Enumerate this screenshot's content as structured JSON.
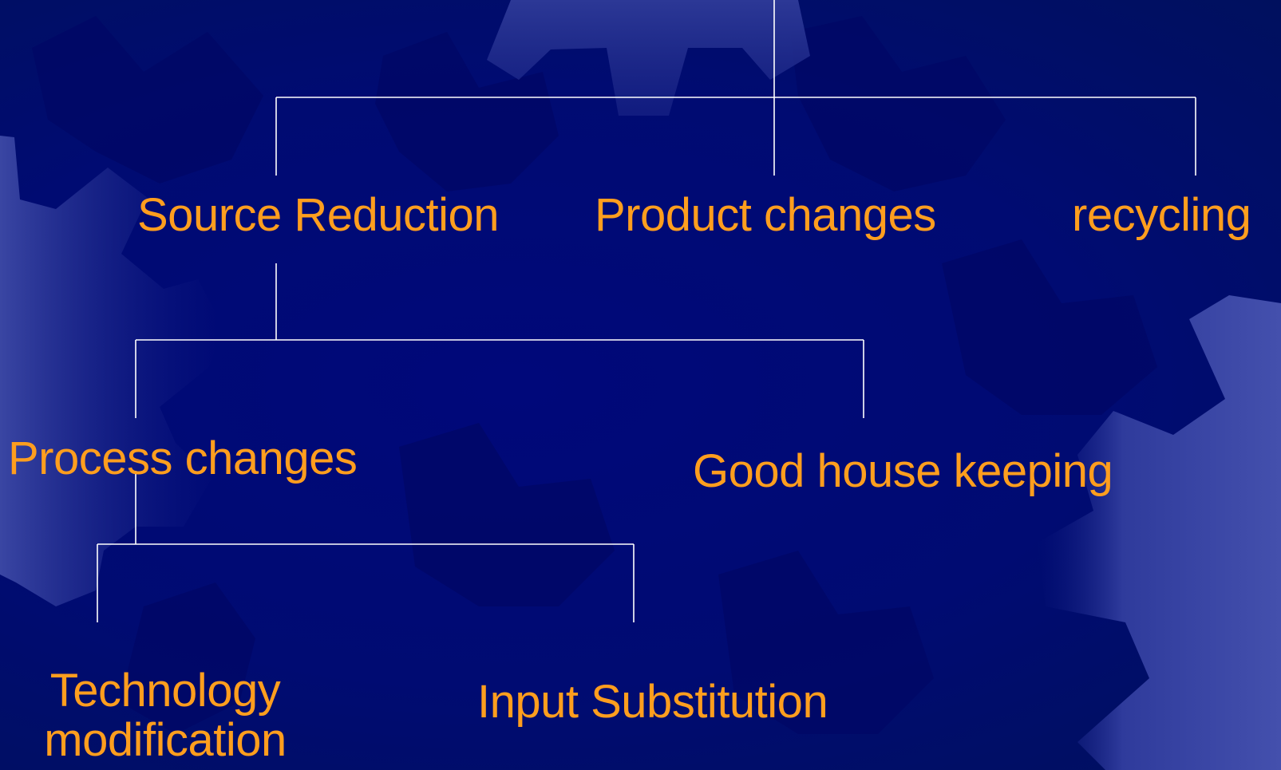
{
  "nodes": {
    "source_reduction": "Source Reduction",
    "product_changes": "Product changes",
    "recycling": "recycling",
    "process_changes": "Process changes",
    "good_house_keeping": "Good house keeping",
    "technology_modification_line1": "Technology",
    "technology_modification_line2": "modification",
    "input_substitution": "Input Substitution"
  },
  "colors": {
    "background": "#000a74",
    "text": "#ff9e1e",
    "connectors": "#ffffff",
    "gear": "#3c48a4"
  }
}
